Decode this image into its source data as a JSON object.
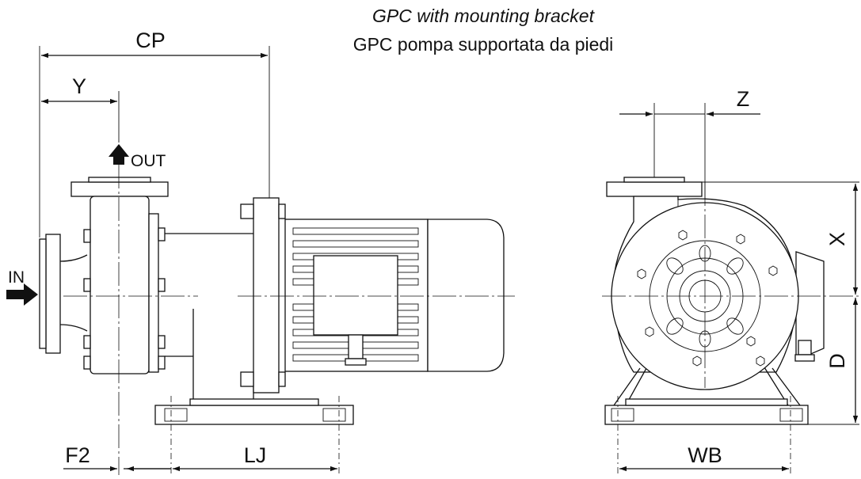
{
  "title": {
    "line1": "GPC with mounting bracket",
    "line2": "GPC pompa supportata da piedi"
  },
  "dimensions": {
    "cp": "CP",
    "y": "Y",
    "z": "Z",
    "x": "X",
    "d": "D",
    "f2": "F2",
    "lj": "LJ",
    "wb": "WB"
  },
  "ports": {
    "inlet": "IN",
    "outlet": "OUT"
  }
}
